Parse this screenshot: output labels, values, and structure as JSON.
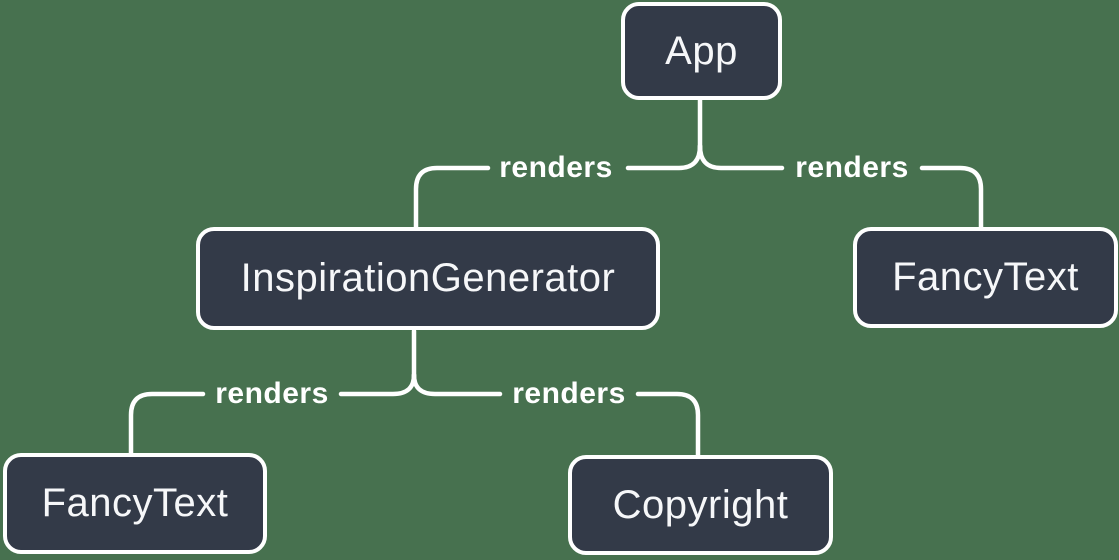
{
  "diagram": {
    "type": "component-render-tree",
    "colors": {
      "background": "#47714F",
      "node_fill": "#333A48",
      "node_border": "#FFFFFF",
      "node_text": "#F6F7F9",
      "connector_line": "#FFFFFF",
      "edge_label_text": "#FFFFFF"
    },
    "nodes": [
      {
        "id": "app",
        "label": "App"
      },
      {
        "id": "inspiration-generator",
        "label": "InspirationGenerator"
      },
      {
        "id": "fancy-text-top",
        "label": "FancyText"
      },
      {
        "id": "fancy-text-bottom",
        "label": "FancyText"
      },
      {
        "id": "copyright",
        "label": "Copyright"
      }
    ],
    "edges": [
      {
        "from": "App",
        "to": "InspirationGenerator",
        "label": "renders"
      },
      {
        "from": "App",
        "to": "FancyText",
        "label": "renders"
      },
      {
        "from": "InspirationGenerator",
        "to": "FancyText",
        "label": "renders"
      },
      {
        "from": "InspirationGenerator",
        "to": "Copyright",
        "label": "renders"
      }
    ]
  }
}
